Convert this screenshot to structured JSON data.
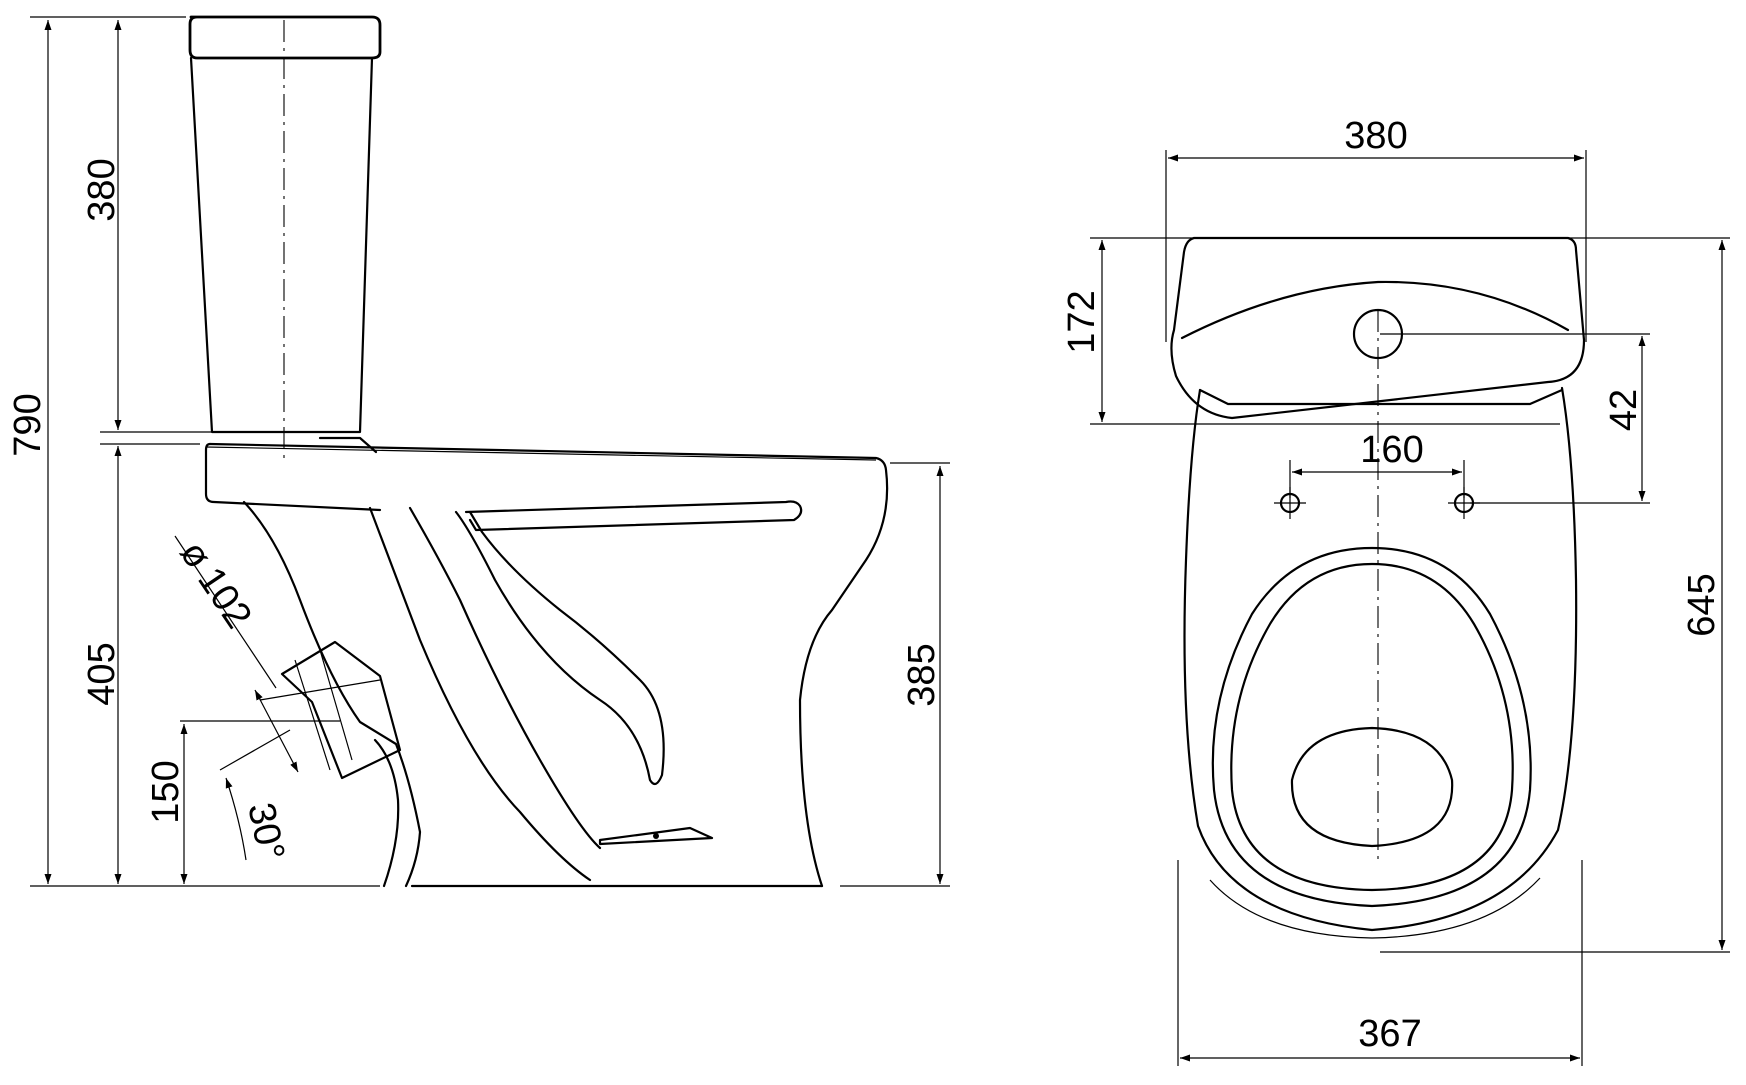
{
  "colors": {
    "line": "#000000",
    "background": "#ffffff"
  },
  "side_view": {
    "dim_overall_height": "790",
    "dim_tank_height": "380",
    "dim_seat_height": "405",
    "dim_rim_height": "385",
    "dim_outlet_height": "150",
    "dim_outlet_diameter": "102",
    "dim_outlet_diameter_symbol": "ø",
    "dim_outlet_angle": "30°"
  },
  "top_view": {
    "dim_tank_width": "380",
    "dim_tank_depth": "172",
    "dim_hinge_offset": "42",
    "dim_hinge_spacing": "160",
    "dim_bowl_length": "645",
    "dim_bowl_width": "367"
  }
}
